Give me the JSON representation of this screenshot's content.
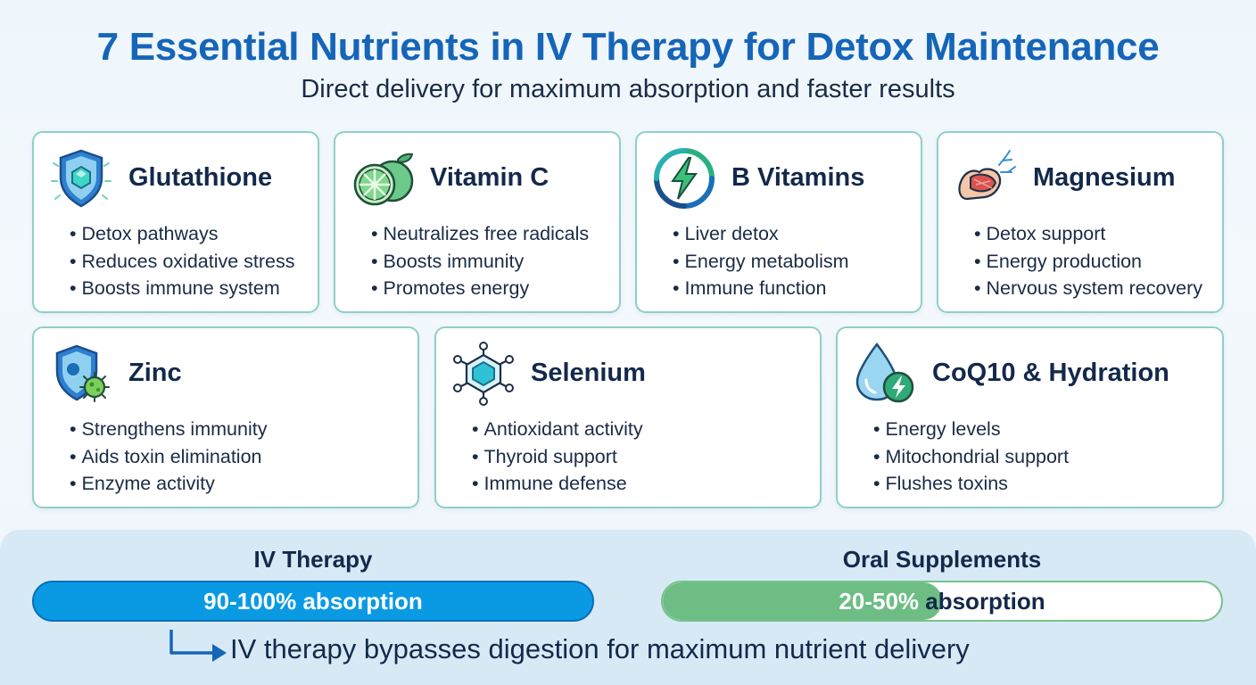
{
  "header": {
    "title": "7 Essential Nutrients in IV Therapy for Detox Maintenance",
    "subtitle": "Direct delivery for maximum absorption and faster results"
  },
  "nutrients": [
    {
      "name": "Glutathione",
      "icon": "shield-icon",
      "benefits": [
        "Detox pathways",
        "Reduces oxidative stress",
        "Boosts immune system"
      ]
    },
    {
      "name": "Vitamin C",
      "icon": "citrus-icon",
      "benefits": [
        "Neutralizes free radicals",
        "Boosts immunity",
        "Promotes energy"
      ]
    },
    {
      "name": "B Vitamins",
      "icon": "lightning-icon",
      "benefits": [
        "Liver detox",
        "Energy metabolism",
        "Immune function"
      ]
    },
    {
      "name": "Magnesium",
      "icon": "muscle-nerve-icon",
      "benefits": [
        "Detox support",
        "Energy production",
        "Nervous system recovery"
      ]
    },
    {
      "name": "Zinc",
      "icon": "shield-virus-icon",
      "benefits": [
        "Strengthens immunity",
        "Aids toxin elimination",
        "Enzyme activity"
      ]
    },
    {
      "name": "Selenium",
      "icon": "molecule-icon",
      "benefits": [
        "Antioxidant activity",
        "Thyroid support",
        "Immune defense"
      ]
    },
    {
      "name": "CoQ10 & Hydration",
      "icon": "droplet-energy-icon",
      "benefits": [
        "Energy levels",
        "Mitochondrial support",
        "Flushes toxins"
      ]
    }
  ],
  "comparison": {
    "iv": {
      "label": "IV Therapy",
      "percent": "90-100%",
      "suffix": " absorption",
      "fill_fraction": 1.0,
      "color": "#0a9ae4"
    },
    "oral": {
      "label": "Oral Supplements",
      "percent": "20-50%",
      "suffix": " absorption",
      "fill_fraction": 0.5,
      "color": "#6dbd84"
    },
    "note": "IV therapy bypasses digestion for maximum nutrient delivery"
  },
  "colors": {
    "title": "#1565b8",
    "card_border": "#8fd0c4",
    "iv_bar": "#0a9ae4",
    "oral_bar": "#6dbd84"
  }
}
